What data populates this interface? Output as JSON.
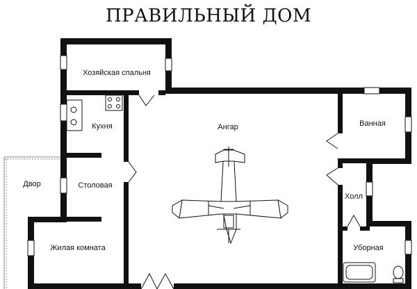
{
  "title": "ПРАВИЛЬНЫЙ ДОМ",
  "rooms": {
    "master_bedroom": "Хозяйская спальня",
    "kitchen": "Кухня",
    "hangar": "Ангар",
    "bathroom": "Ванная",
    "yard": "Двор",
    "dining": "Столовая",
    "hall": "Холл",
    "living": "Жилая комната",
    "toilet": "Уборная"
  }
}
